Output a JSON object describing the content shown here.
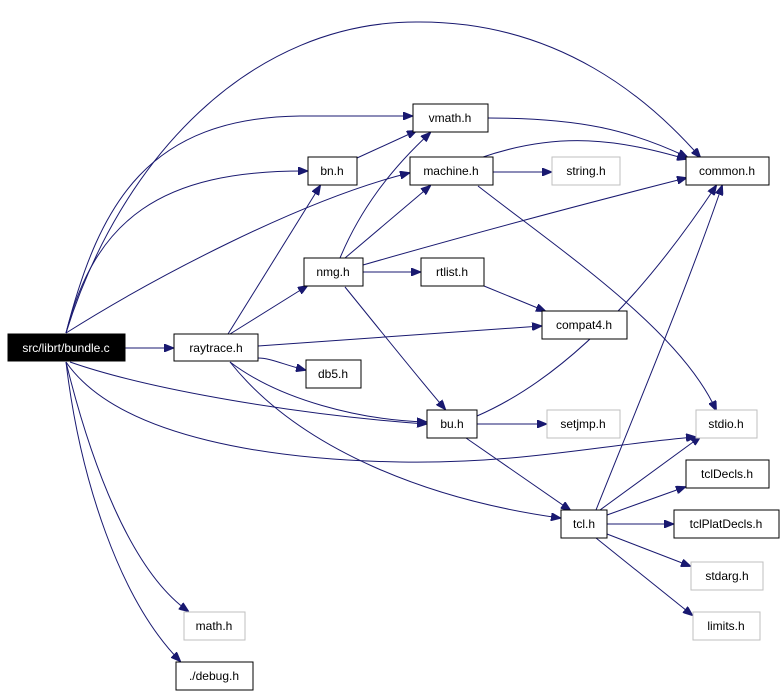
{
  "graph": {
    "root": "src/librt/bundle.c",
    "nodes": {
      "bundle_c": "src/librt/bundle.c",
      "raytrace_h": "raytrace.h",
      "vmath_h": "vmath.h",
      "common_h": "common.h",
      "bn_h": "bn.h",
      "machine_h": "machine.h",
      "string_h": "string.h",
      "nmg_h": "nmg.h",
      "rtlist_h": "rtlist.h",
      "compat4_h": "compat4.h",
      "db5_h": "db5.h",
      "bu_h": "bu.h",
      "setjmp_h": "setjmp.h",
      "stdio_h": "stdio.h",
      "tclDecls_h": "tclDecls.h",
      "tcl_h": "tcl.h",
      "tclPlatDecls_h": "tclPlatDecls.h",
      "stdarg_h": "stdarg.h",
      "limits_h": "limits.h",
      "math_h": "math.h",
      "debug_h": "./debug.h"
    },
    "edges": [
      [
        "bundle_c",
        "common_h"
      ],
      [
        "bundle_c",
        "vmath_h"
      ],
      [
        "bundle_c",
        "bn_h"
      ],
      [
        "bundle_c",
        "machine_h"
      ],
      [
        "bundle_c",
        "raytrace_h"
      ],
      [
        "bundle_c",
        "bu_h"
      ],
      [
        "bundle_c",
        "stdio_h"
      ],
      [
        "bundle_c",
        "math_h"
      ],
      [
        "bundle_c",
        "debug_h"
      ],
      [
        "raytrace_h",
        "bn_h"
      ],
      [
        "raytrace_h",
        "nmg_h"
      ],
      [
        "raytrace_h",
        "compat4_h"
      ],
      [
        "raytrace_h",
        "db5_h"
      ],
      [
        "raytrace_h",
        "bu_h"
      ],
      [
        "raytrace_h",
        "tcl_h"
      ],
      [
        "vmath_h",
        "common_h"
      ],
      [
        "bn_h",
        "vmath_h"
      ],
      [
        "machine_h",
        "common_h"
      ],
      [
        "machine_h",
        "string_h"
      ],
      [
        "machine_h",
        "stdio_h"
      ],
      [
        "nmg_h",
        "vmath_h"
      ],
      [
        "nmg_h",
        "machine_h"
      ],
      [
        "nmg_h",
        "common_h"
      ],
      [
        "nmg_h",
        "rtlist_h"
      ],
      [
        "nmg_h",
        "bu_h"
      ],
      [
        "rtlist_h",
        "compat4_h"
      ],
      [
        "bu_h",
        "setjmp_h"
      ],
      [
        "bu_h",
        "common_h"
      ],
      [
        "bu_h",
        "tcl_h"
      ],
      [
        "tcl_h",
        "common_h"
      ],
      [
        "tcl_h",
        "stdio_h"
      ],
      [
        "tcl_h",
        "tclDecls_h"
      ],
      [
        "tcl_h",
        "tclPlatDecls_h"
      ],
      [
        "tcl_h",
        "stdarg_h"
      ],
      [
        "tcl_h",
        "limits_h"
      ]
    ],
    "colors": {
      "edge": "#191970",
      "node_border": "#000000",
      "muted_border": "#bfbfbf",
      "root_fill": "#000000",
      "root_text": "#ffffff"
    }
  }
}
